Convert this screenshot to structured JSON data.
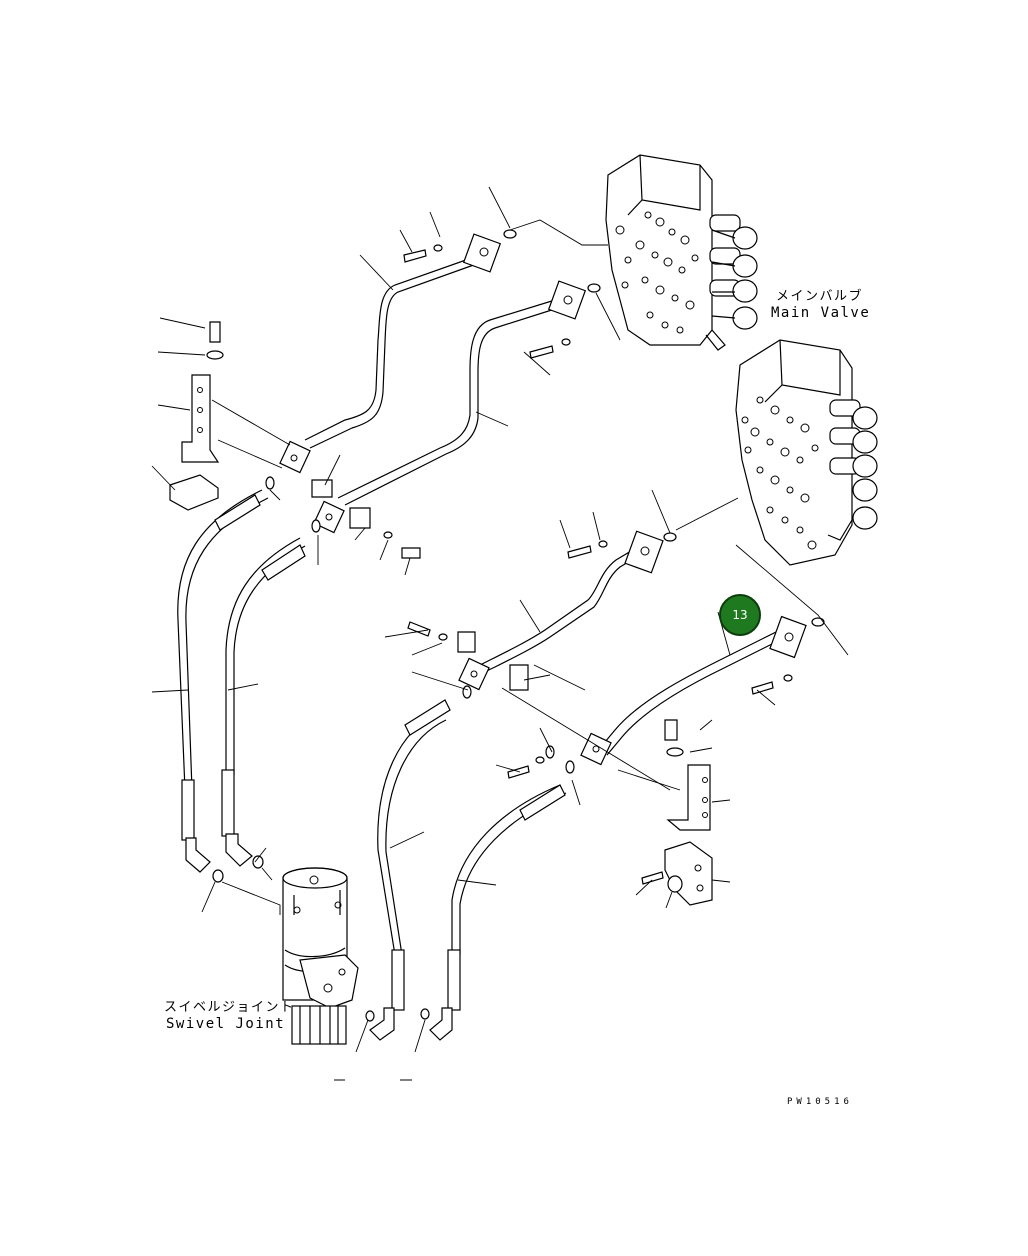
{
  "labels": {
    "main_valve_jp": "メインバルブ",
    "main_valve_en": "Main Valve",
    "swivel_joint_jp": "スイベルジョイント",
    "swivel_joint_en": "Swivel Joint"
  },
  "callout": {
    "number": "13",
    "fill_color": "#1f7a1f"
  },
  "drawing_code": "PW10516"
}
